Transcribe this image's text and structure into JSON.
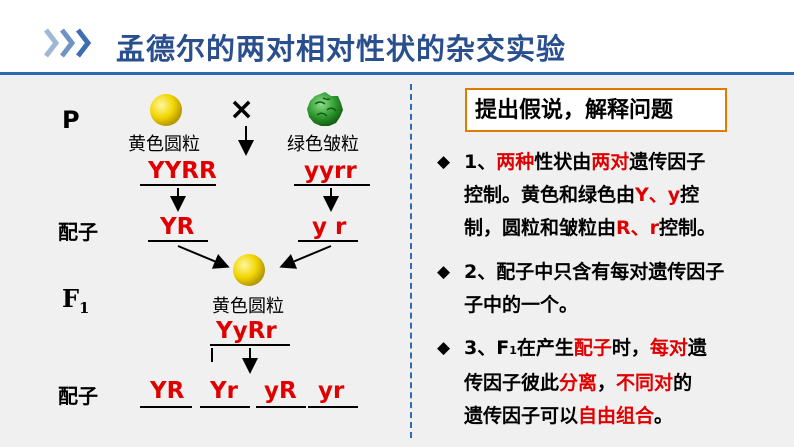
{
  "header": {
    "title": "孟德尔的两对相对性状的杂交实验"
  },
  "diagram": {
    "p_label": "P",
    "cross_symbol": "×",
    "parent_left": {
      "phenotype": "黄色圆粒",
      "genotype": "YYRR",
      "gamete": "YR"
    },
    "parent_right": {
      "phenotype": "绿色皱粒",
      "genotype": "yyrr",
      "gamete": "y r"
    },
    "gamete_label": "配子",
    "f1_label": "F",
    "f1_sub": "1",
    "f1": {
      "phenotype": "黄色圆粒",
      "genotype": "YyRr"
    },
    "f1_gamete_label": "配子",
    "f1_gametes": [
      "YR",
      "Yr",
      "yR",
      "yr"
    ]
  },
  "hypothesis": {
    "title": "提出假说，解释问题",
    "p1": {
      "l1a": "1、",
      "l1b": "两种",
      "l1c": "性状由",
      "l1d": "两对",
      "l1e": "遗传因子",
      "l2a": "控制。黄色和绿色由",
      "l2b": "Y、y",
      "l2c": "控",
      "l3a": "制，圆粒和皱粒由",
      "l3b": "R、r",
      "l3c": "控制。"
    },
    "p2": {
      "l1": "2、配子中只含有每对遗传因子",
      "l2": "子中的一个。"
    },
    "p3": {
      "l1a": "3、F",
      "l1sub": "1",
      "l1b": "在产生",
      "l1c": "配子",
      "l1d": "时，",
      "l1e": "每对",
      "l1f": "遗",
      "l2a": "传因子彼此",
      "l2b": "分离",
      "l2c": "，",
      "l2d": "不同对",
      "l2e": "的",
      "l3a": "遗传因子可以",
      "l3b": "自由组合",
      "l3c": "。"
    }
  },
  "colors": {
    "title": "#2a4f8f",
    "accent_line": "#2f6bb5",
    "highlight_red": "#e00000",
    "box_border": "#e07a00",
    "yellow_pea": "#f2d600",
    "green_pea": "#2e9a2e"
  }
}
